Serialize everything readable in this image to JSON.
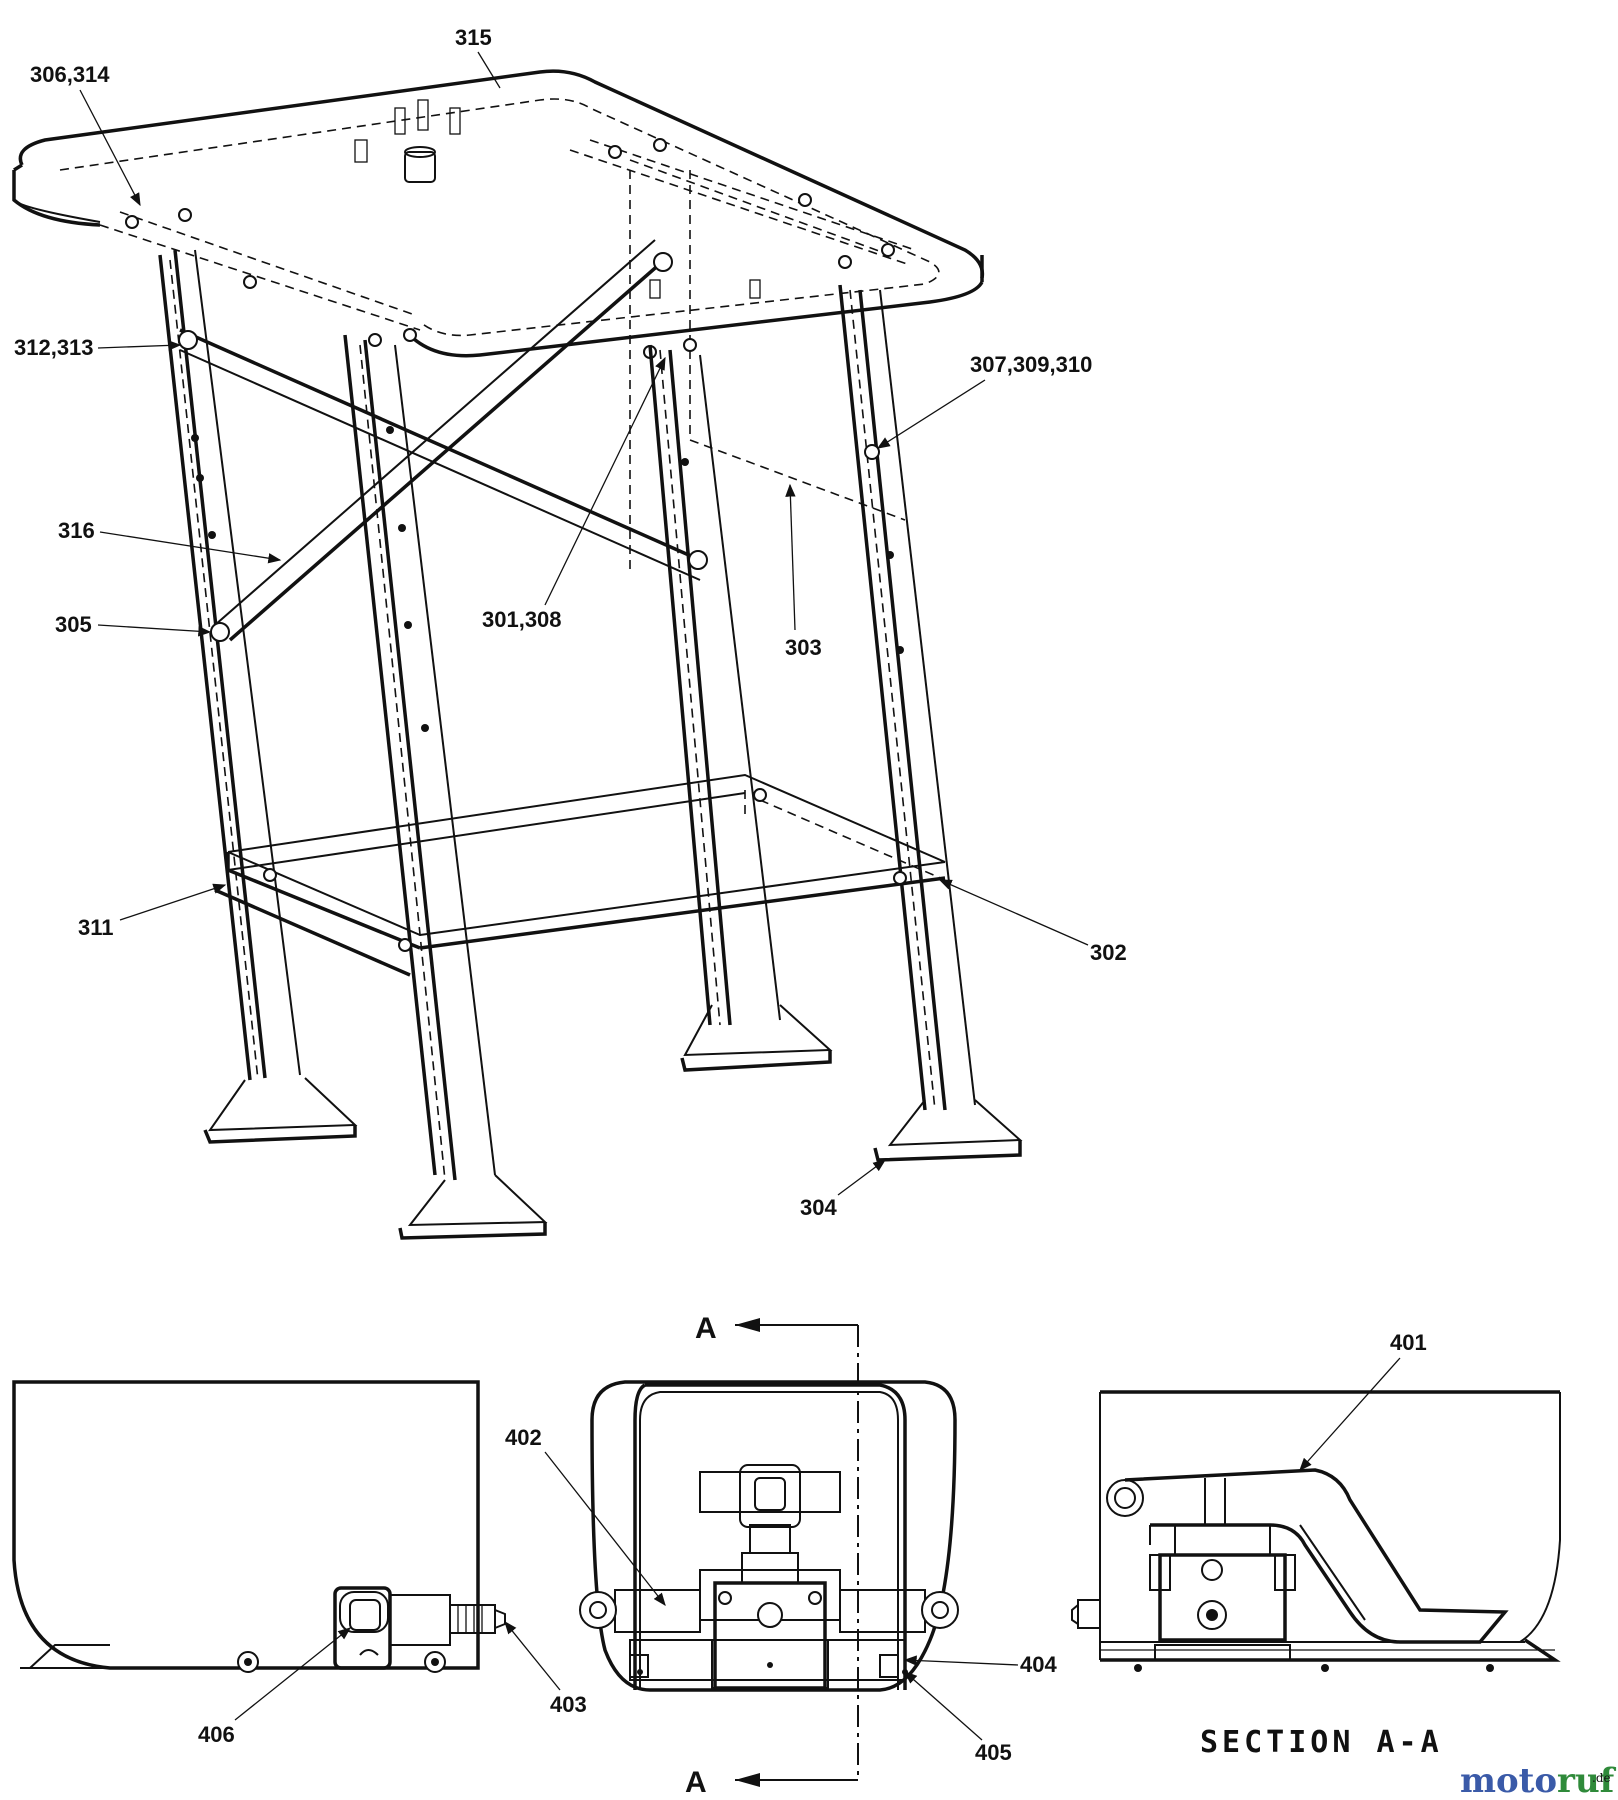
{
  "callouts": {
    "c315": "315",
    "c306_314": "306,314",
    "c312_313": "312,313",
    "c307_309_310": "307,309,310",
    "c316": "316",
    "c305": "305",
    "c301_308": "301,308",
    "c303": "303",
    "c311": "311",
    "c302": "302",
    "c304": "304",
    "c401": "401",
    "c402": "402",
    "c403": "403",
    "c404": "404",
    "c405": "405",
    "c406": "406"
  },
  "section": {
    "marker_top": "A",
    "marker_bottom": "A",
    "title": "SECTION A-A"
  },
  "watermark": {
    "brand_part1": "moto",
    "brand_part2": "ruf",
    "brand_suffix": ".de",
    "colors": {
      "part1": "#3a5aa8",
      "part2": "#2f8a3a",
      "suffix": "#555555"
    }
  }
}
